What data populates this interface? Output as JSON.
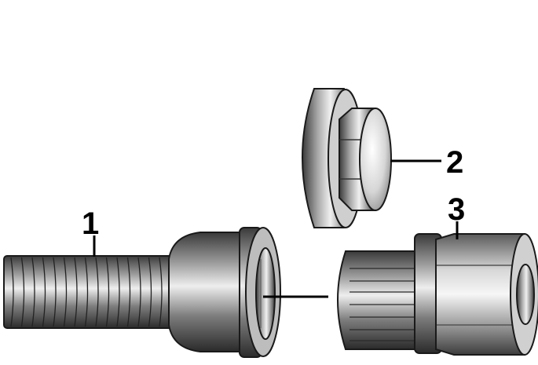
{
  "callouts": {
    "part1": "1",
    "part2": "2",
    "part3": "3"
  },
  "colors": {
    "outline": "#1a1a1a",
    "metal_dark": "#2e2e2e",
    "metal_mid": "#8a8a8a",
    "metal_light": "#f2f2f2",
    "background": "#ffffff"
  }
}
